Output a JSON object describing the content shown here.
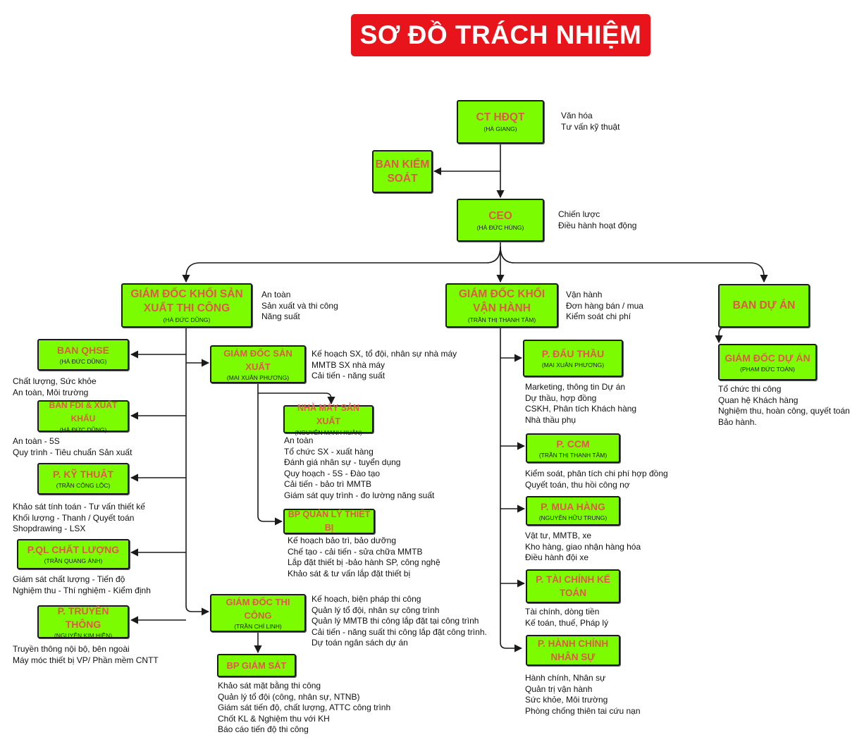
{
  "title": "SƠ ĐỒ TRÁCH NHIỆM",
  "colors": {
    "title_bg": "#e8141c",
    "box_fill": "#7cfc00",
    "box_title": "#e0584a",
    "line": "#1a1a1a"
  },
  "boxes": {
    "ct": {
      "title": "CT HĐQT",
      "name": "(HÀ GIANG)"
    },
    "bks": {
      "title": "BAN KIỂM SOÁT"
    },
    "ceo": {
      "title": "CEO",
      "name": "(HÀ ĐỨC HÙNG)"
    },
    "gdk_sx": {
      "title": "GIÁM ĐỐC KHỐI SẢN XUẤT THI CÔNG",
      "name": "(HÀ ĐỨC DŨNG)"
    },
    "gdk_vh": {
      "title": "GIÁM ĐỐC KHỐI VẬN HÀNH",
      "name": "(TRẦN THỊ THANH TÂM)"
    },
    "ban_da": {
      "title": "BAN DỰ ÁN"
    },
    "gd_da": {
      "title": "GIÁM ĐỐC DỰ ÁN",
      "name": "(PHẠM ĐỨC TOÀN)"
    },
    "qhse": {
      "title": "BAN QHSE",
      "name": "(HÀ ĐỨC DŨNG)"
    },
    "fdi": {
      "title": "BAN FDI & XUẤT KHẨU",
      "name": "(HÀ ĐỨC DŨNG)"
    },
    "kt": {
      "title": "P. KỸ THUẬT",
      "name": "(TRẦN CÔNG LỘC)"
    },
    "qlcl": {
      "title": "P.QL CHẤT LƯỢNG",
      "name": "(TRẦN QUANG ÁNH)"
    },
    "tt": {
      "title": "P. TRUYỀN THÔNG",
      "name": "(NGUYỄN KIM HIỀN)"
    },
    "gdsx": {
      "title": "GIÁM ĐỐC SẢN XUẤT",
      "name": "(MAI XUÂN PHƯƠNG)"
    },
    "nm": {
      "title": "NHÀ MÁY SẢN XUẤT",
      "name": "(NGUYỄN MẠNH XUÂN)"
    },
    "bpql": {
      "title": "BP QUẢN LÝ THIẾT BỊ"
    },
    "gdtc": {
      "title": "GIÁM ĐỐC THI CÔNG",
      "name": "(TRẦN CHÍ LINH)"
    },
    "bpgs": {
      "title": "BP GIÁM SÁT"
    },
    "dt": {
      "title": "P. ĐẤU THẦU",
      "name": "(MAI XUÂN PHƯƠNG)"
    },
    "ccm": {
      "title": "P. CCM",
      "name": "(TRẦN THỊ THANH TÂM)"
    },
    "mh": {
      "title": "P. MUA HÀNG",
      "name": "(NGUYỄN HỮU TRUNG)"
    },
    "tckt": {
      "title": "P. TÀI CHÍNH KẾ TOÁN"
    },
    "hcns": {
      "title": "P. HÀNH CHÍNH NHÂN SỰ"
    }
  },
  "notes": {
    "ct": [
      "Văn hóa",
      "Tư vấn kỹ thuật"
    ],
    "ceo": [
      "Chiến lược",
      "Điều hành hoạt động"
    ],
    "gdk_sx": [
      "An toàn",
      "Sản xuất và thi công",
      "Năng suất"
    ],
    "gdk_vh": [
      "Vận hành",
      "Đơn hàng bán / mua",
      "Kiểm soát chi phí"
    ],
    "gd_da": [
      "Tổ chức thi công",
      "Quan hệ Khách hàng",
      "Nghiệm thu, hoàn công, quyết toán",
      "Bảo hành."
    ],
    "qhse": [
      "Chất lượng, Sức khỏe",
      "An toàn, Môi trường"
    ],
    "fdi": [
      "An toàn - 5S",
      "Quy trình - Tiêu chuẩn Sản xuất"
    ],
    "kt": [
      "Khảo sát tính toán - Tư vấn thiết kế",
      "Khối lượng - Thanh / Quyết toán",
      "Shopdrawing - LSX"
    ],
    "qlcl": [
      "Giám sát chất lượng - Tiến độ",
      "Nghiệm thu - Thí nghiệm - Kiểm định"
    ],
    "tt": [
      "Truyền thông nội bộ, bên ngoài",
      "Máy móc thiết bị VP/ Phần mềm CNTT"
    ],
    "gdsx": [
      "Kế hoạch SX, tổ đội, nhân sự nhà máy",
      "MMTB SX nhà máy",
      "Cải tiến - năng suất"
    ],
    "nm": [
      "An toàn",
      "Tổ chức SX - xuất hàng",
      "Đánh giá nhân sự - tuyển dụng",
      "Quy hoạch - 5S - Đào tạo",
      "Cải tiến - bảo trì MMTB",
      "Giám sát quy trình - đo lường năng suất"
    ],
    "bpql": [
      "Kế hoạch bảo trì, bảo dưỡng",
      "Chế tạo - cải tiến - sửa chữa MMTB",
      "Lắp đặt thiết bị -bảo hành SP, công nghệ",
      "Khảo sát & tư vấn lắp đặt thiết bị"
    ],
    "gdtc": [
      "Kế hoạch, biện pháp thi công",
      "Quản lý tổ đội, nhân sự công trình",
      "Quản lý MMTB thi công lắp đặt tại công trình",
      "Cải tiến - năng suất  thi công lắp đặt công trình.",
      "Dự toán ngân sách dự án"
    ],
    "bpgs": [
      "Khảo sát mặt bằng thi công",
      "Quản lý tổ đội (công, nhân sự, NTNB)",
      "Giám sát tiến độ, chất lượng, ATTC công trình",
      "Chốt KL & Nghiệm thu với KH",
      "Báo cáo tiến độ thi công"
    ],
    "dt": [
      "Marketing, thông tin Dự án",
      "Dự thầu, hợp đồng",
      "CSKH, Phân tích Khách hàng",
      "Nhà thầu phụ"
    ],
    "ccm": [
      "Kiểm soát, phân tích chi phí hợp đồng",
      "Quyết toán, thu hồi công nợ"
    ],
    "mh": [
      "Vật tư, MMTB, xe",
      "Kho hàng, giao nhận hàng hóa",
      "Điều hành đội xe"
    ],
    "tckt": [
      "Tài chính, dòng tiền",
      "Kế toán, thuế, Pháp lý"
    ],
    "hcns": [
      "Hành chính, Nhân sự",
      "Quản trị vận hành",
      "Sức khỏe, Môi trường",
      "Phòng chống thiên tai cứu nạn"
    ]
  }
}
